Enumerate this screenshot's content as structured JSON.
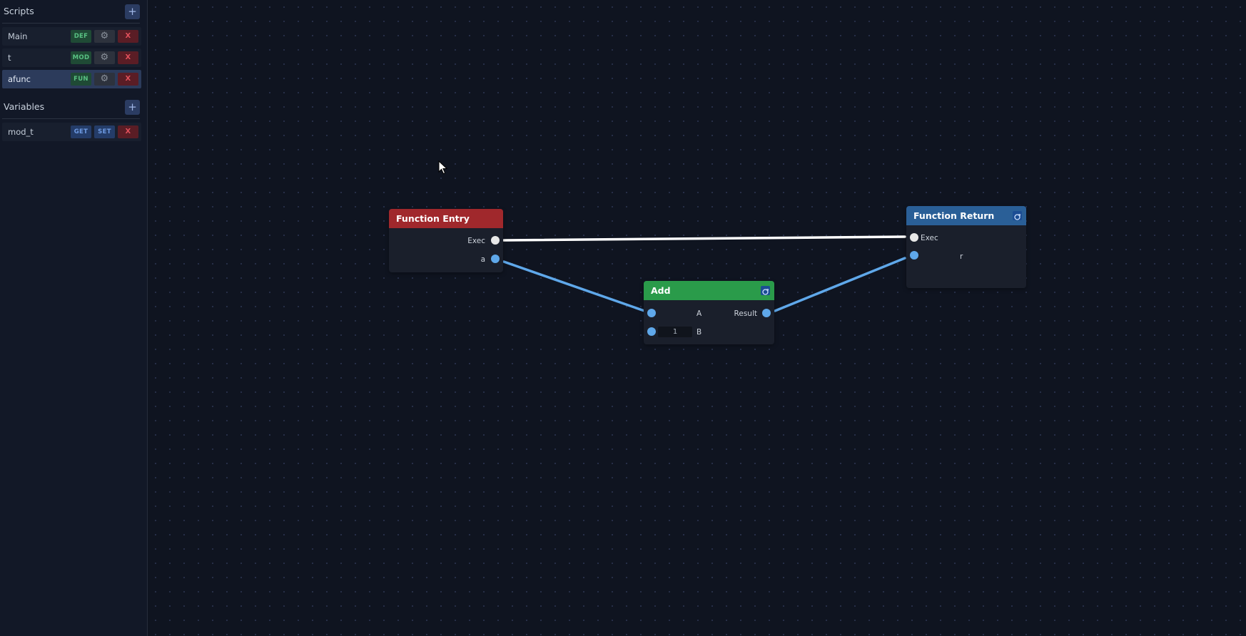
{
  "sidebar": {
    "scripts": {
      "title": "Scripts",
      "add_label": "+",
      "items": [
        {
          "label": "Main",
          "kind": "DEF",
          "gear": "⚙",
          "remove": "X"
        },
        {
          "label": "t",
          "kind": "MOD",
          "gear": "⚙",
          "remove": "X"
        },
        {
          "label": "afunc",
          "kind": "FUN",
          "gear": "⚙",
          "remove": "X",
          "active": true
        }
      ]
    },
    "variables": {
      "title": "Variables",
      "add_label": "+",
      "items": [
        {
          "label": "mod_t",
          "get": "GET",
          "set": "SET",
          "remove": "X"
        }
      ]
    }
  },
  "nodes": {
    "entry": {
      "title": "Function Entry",
      "color": "#a0282c",
      "outputs": [
        "Exec",
        "a"
      ]
    },
    "add": {
      "title": "Add",
      "color": "#2a9b4a",
      "inputs": [
        "A",
        "B"
      ],
      "b_value": "1",
      "output": "Result"
    },
    "return": {
      "title": "Function Return",
      "color": "#2a5f97",
      "inputs": [
        "Exec",
        "r"
      ]
    }
  },
  "colors": {
    "exec_wire": "#ffffff",
    "data_wire": "#5fa8ea",
    "refresh_icon": "refresh-icon"
  }
}
